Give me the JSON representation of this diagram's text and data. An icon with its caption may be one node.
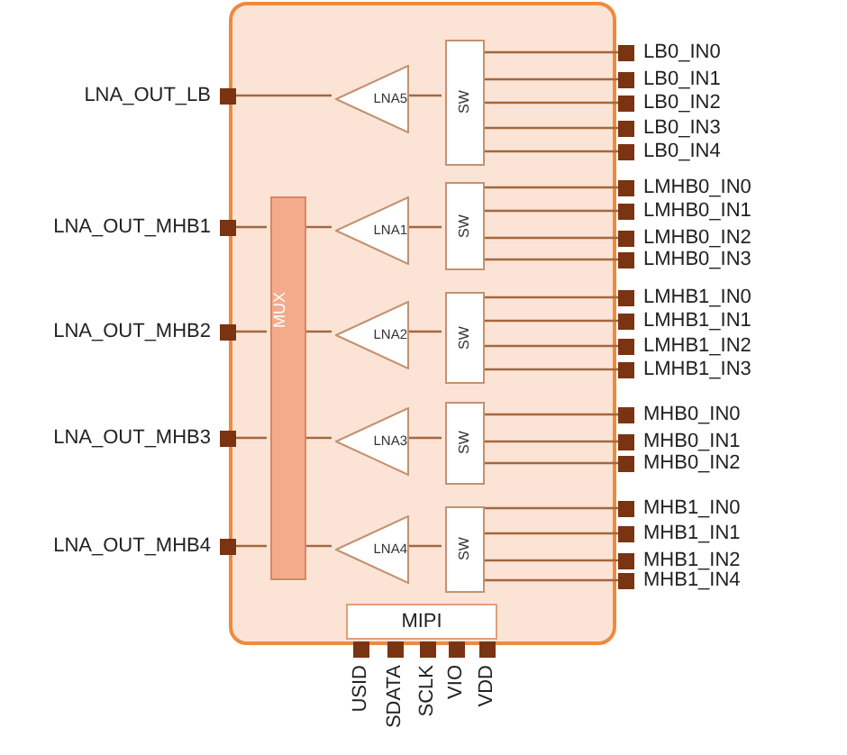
{
  "diagram": {
    "nodes": [
      {
        "text": [],
        "shape": "box"
      },
      {
        "text": [
          "MUX"
        ],
        "in": 0
      },
      {
        "text": [
          "LNA5"
        ],
        "in": 0
      },
      {
        "text": [
          "LNA1"
        ],
        "in": 0
      },
      {
        "text": [
          "LNA2"
        ],
        "in": 0
      },
      {
        "text": [
          "LNA3"
        ],
        "in": 0
      },
      {
        "text": [
          "LNA4"
        ],
        "in": 0
      },
      {
        "text": [
          "SW"
        ],
        "in": 0
      },
      {
        "text": [
          "SW"
        ],
        "in": 0
      },
      {
        "text": [
          "SW"
        ],
        "in": 0
      },
      {
        "text": [
          "SW"
        ],
        "in": 0
      },
      {
        "text": [
          "SW"
        ],
        "in": 0
      },
      {
        "text": [
          "MIPI"
        ],
        "in": 0
      },
      {
        "text": [
          "LNA_OUT_LB"
        ]
      },
      {
        "text": [
          "LNA_OUT_MHB1"
        ]
      },
      {
        "text": [
          "LNA_OUT_MHB2"
        ]
      },
      {
        "text": [
          "LNA_OUT_MHB3"
        ]
      },
      {
        "text": [
          "LNA_OUT_MHB4"
        ]
      },
      {
        "text": [
          "LB0_IN0"
        ]
      },
      {
        "text": [
          "LB0_IN1"
        ]
      },
      {
        "text": [
          "LB0_IN2"
        ]
      },
      {
        "text": [
          "LB0_IN3"
        ]
      },
      {
        "text": [
          "LB0_IN4"
        ]
      },
      {
        "text": [
          "LMHB0_IN0"
        ]
      },
      {
        "text": [
          "LMHB0_IN1"
        ]
      },
      {
        "text": [
          "LMHB0_IN2"
        ]
      },
      {
        "text": [
          "LMHB0_IN3"
        ]
      },
      {
        "text": [
          "LMHB1_IN0"
        ]
      },
      {
        "text": [
          "LMHB1_IN1"
        ]
      },
      {
        "text": [
          "LMHB1_IN2"
        ]
      },
      {
        "text": [
          "LMHB1_IN3"
        ]
      },
      {
        "text": [
          "MHB0_IN0"
        ]
      },
      {
        "text": [
          "MHB0_IN1"
        ]
      },
      {
        "text": [
          "MHB0_IN2"
        ]
      },
      {
        "text": [
          "MHB1_IN0"
        ]
      },
      {
        "text": [
          "MHB1_IN1"
        ]
      },
      {
        "text": [
          "MHB1_IN2"
        ]
      },
      {
        "text": [
          "MHB1_IN4"
        ]
      }
    ],
    "edges": [
      {
        "from": 7,
        "to": 2,
        "arrow": "none"
      },
      {
        "from": 8,
        "to": 3,
        "arrow": "none"
      },
      {
        "from": 9,
        "to": 4,
        "arrow": "none"
      },
      {
        "from": 10,
        "to": 5,
        "arrow": "none"
      },
      {
        "from": 11,
        "to": 6,
        "arrow": "none"
      },
      {
        "from": 2,
        "to": 13,
        "arrow": "none"
      },
      {
        "from": 3,
        "to": 1,
        "arrow": "none"
      },
      {
        "from": 4,
        "to": 1,
        "arrow": "none"
      },
      {
        "from": 5,
        "to": 1,
        "arrow": "none"
      },
      {
        "from": 6,
        "to": 1,
        "arrow": "none"
      },
      {
        "from": 1,
        "to": 14,
        "arrow": "none"
      },
      {
        "from": 1,
        "to": 15,
        "arrow": "none"
      },
      {
        "from": 1,
        "to": 16,
        "arrow": "none"
      },
      {
        "from": 1,
        "to": 17,
        "arrow": "none"
      },
      {
        "from": 18,
        "to": 7,
        "arrow": "none"
      },
      {
        "from": 19,
        "to": 7,
        "arrow": "none"
      },
      {
        "from": 20,
        "to": 7,
        "arrow": "none"
      },
      {
        "from": 21,
        "to": 7,
        "arrow": "none"
      },
      {
        "from": 22,
        "to": 7,
        "arrow": "none"
      },
      {
        "from": 23,
        "to": 8,
        "arrow": "none"
      },
      {
        "from": 24,
        "to": 8,
        "arrow": "none"
      },
      {
        "from": 25,
        "to": 8,
        "arrow": "none"
      },
      {
        "from": 26,
        "to": 8,
        "arrow": "none"
      },
      {
        "from": 27,
        "to": 9,
        "arrow": "none"
      },
      {
        "from": 28,
        "to": 9,
        "arrow": "none"
      },
      {
        "from": 29,
        "to": 9,
        "arrow": "none"
      },
      {
        "from": 30,
        "to": 9,
        "arrow": "none"
      },
      {
        "from": 31,
        "to": 10,
        "arrow": "none"
      },
      {
        "from": 32,
        "to": 10,
        "arrow": "none"
      },
      {
        "from": 33,
        "to": 10,
        "arrow": "none"
      },
      {
        "from": 34,
        "to": 11,
        "arrow": "none"
      },
      {
        "from": 35,
        "to": 11,
        "arrow": "none"
      },
      {
        "from": 36,
        "to": 11,
        "arrow": "none"
      },
      {
        "from": 37,
        "to": 11,
        "arrow": "none"
      }
    ],
    "labels": [
      "USID",
      "SDATA",
      "SCLK",
      "VIO",
      "VDD"
    ]
  }
}
